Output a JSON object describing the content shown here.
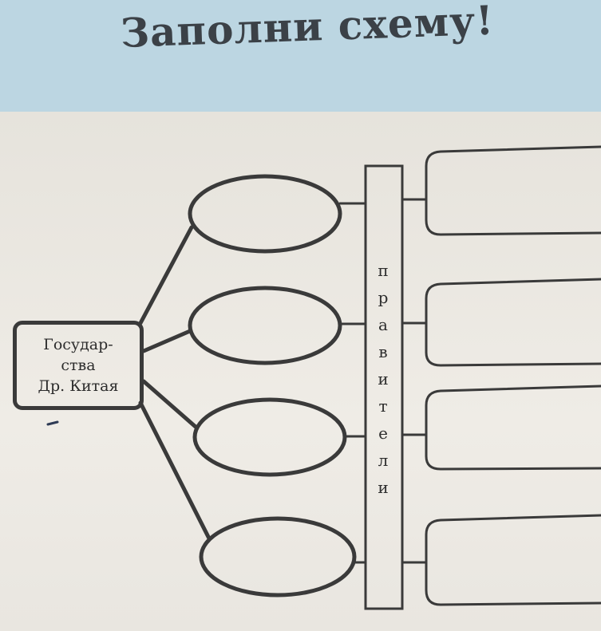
{
  "title": "Заполни схему!",
  "diagram": {
    "root_label_lines": [
      "Государ-",
      "ства",
      "Др. Китая"
    ],
    "column_label_letters": [
      "п",
      "р",
      "а",
      "в",
      "и",
      "т",
      "е",
      "л",
      "и"
    ]
  },
  "colors": {
    "banner": "#bcd6e2",
    "paper": "#ece9e3",
    "ink": "#3a3a3a"
  }
}
